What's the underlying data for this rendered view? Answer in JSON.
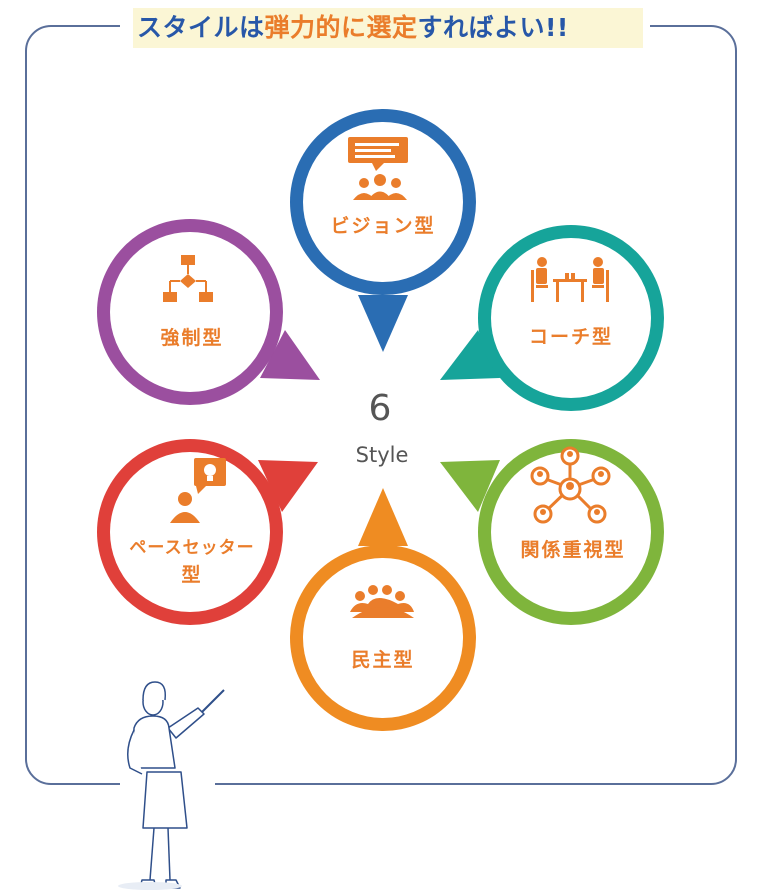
{
  "title": {
    "part1": "スタイルは",
    "part2": "弾力的に選定",
    "part3": "すればよい!!"
  },
  "center": {
    "number": "6",
    "word": "Style"
  },
  "styles": [
    {
      "label": "ビジョン型",
      "color": "#2a6db3",
      "icon": "presentation-audience-icon"
    },
    {
      "label": "コーチ型",
      "color": "#16a49a",
      "icon": "coaching-desk-icon"
    },
    {
      "label": "関係重視型",
      "color": "#7fb53c",
      "icon": "network-people-icon"
    },
    {
      "label": "民主型",
      "color": "#ef8c22",
      "icon": "group-meeting-icon"
    },
    {
      "label_line1": "ペースセッター",
      "label_line2": "型",
      "color": "#e0403a",
      "icon": "person-idea-icon"
    },
    {
      "label": "強制型",
      "color": "#9b4f9f",
      "icon": "flowchart-icon"
    }
  ],
  "colors": {
    "accent": "#ea7d2b",
    "title_blue": "#2757a8",
    "frame": "#5a6f9a"
  }
}
